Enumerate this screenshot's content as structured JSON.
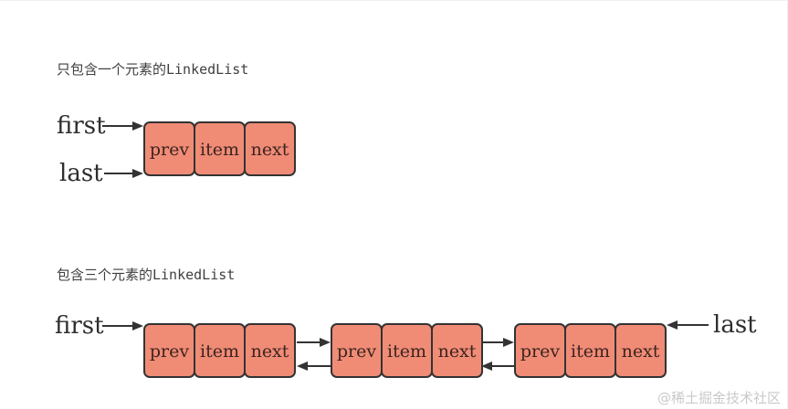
{
  "colors": {
    "cell_fill": "#F08C76",
    "cell_border": "#333333",
    "cell_text": "#3D241F",
    "label_text": "#2D2D2D",
    "title_text": "#3F3F3F",
    "arrow": "#333333",
    "watermark": "#C9C9C9",
    "page_bg": "#FFFFFF"
  },
  "node": {
    "cells": [
      "prev",
      "item",
      "next"
    ]
  },
  "section_single": {
    "title": "只包含一个元素的LinkedList",
    "first_label": "first",
    "last_label": "last"
  },
  "section_three": {
    "title": "包含三个元素的LinkedList",
    "first_label": "first",
    "last_label": "last"
  },
  "watermark": "@稀土掘金技术社区"
}
